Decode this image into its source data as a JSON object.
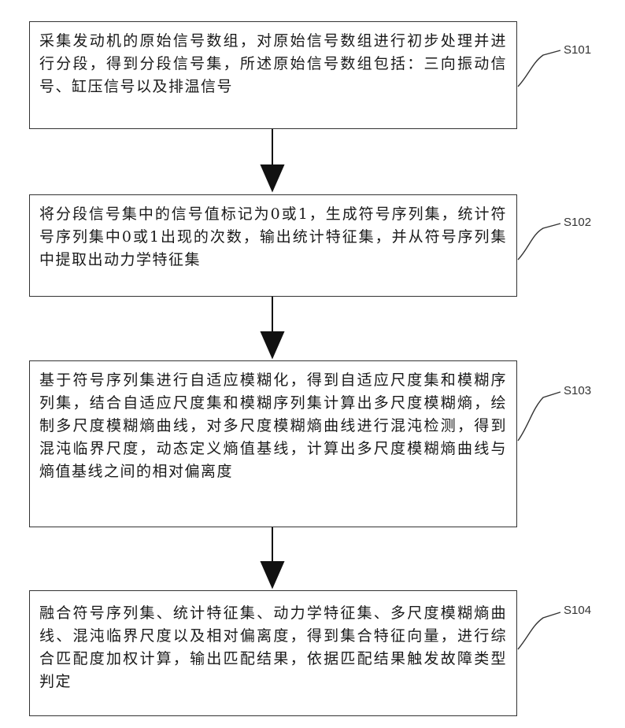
{
  "steps": [
    {
      "id": "S101",
      "text": "采集发动机的原始信号数组，对原始信号数组进行初步处理并进行分段，得到分段信号集，所述原始信号数组包括：三向振动信号、缸压信号以及排温信号"
    },
    {
      "id": "S102",
      "text": "将分段信号集中的信号值标记为0或1，生成符号序列集，统计符号序列集中0或1出现的次数，输出统计特征集，并从符号序列集中提取出动力学特征集"
    },
    {
      "id": "S103",
      "text": "基于符号序列集进行自适应模糊化，得到自适应尺度集和模糊序列集，结合自适应尺度集和模糊序列集计算出多尺度模糊熵，绘制多尺度模糊熵曲线，对多尺度模糊熵曲线进行混沌检测，得到混沌临界尺度，动态定义熵值基线，计算出多尺度模糊熵曲线与熵值基线之间的相对偏离度"
    },
    {
      "id": "S104",
      "text": "融合符号序列集、统计特征集、动力学特征集、多尺度模糊熵曲线、混沌临界尺度以及相对偏离度，得到集合特征向量，进行综合匹配度加权计算，输出匹配结果，依据匹配结果触发故障类型判定"
    }
  ]
}
